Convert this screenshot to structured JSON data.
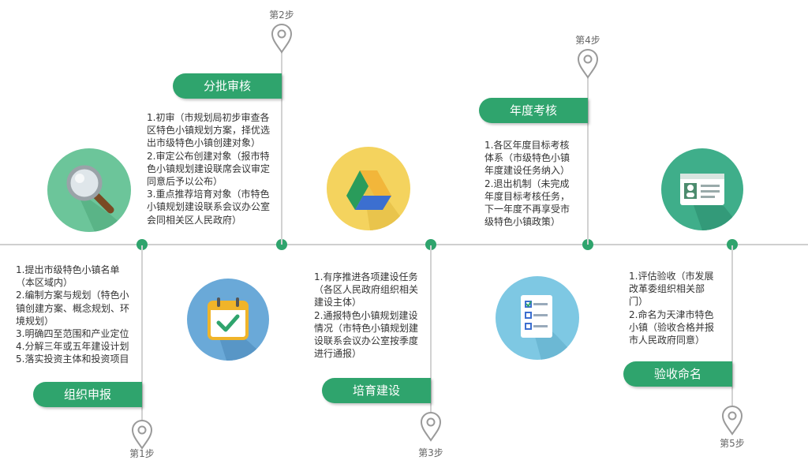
{
  "steps": {
    "s1": {
      "label": "第1步",
      "title": "组织申报",
      "lines": [
        "1.提出市级特色小镇名单",
        "（本区域内）",
        "2.编制方案与规划（特色小",
        "镇创建方案、概念规划、环",
        "境规划）",
        "3.明确四至范围和产业定位",
        "4.分解三年或五年建设计划",
        "5.落实投资主体和投资项目"
      ]
    },
    "s2": {
      "label": "第2步",
      "title": "分批审核",
      "lines": [
        "1.初审（市规划局初步审查各",
        "区特色小镇规划方案，择优选",
        "出市级特色小镇创建对象）",
        "2.审定公布创建对象（报市特",
        "色小镇规划建设联席会议审定",
        "同意后予以公布）",
        "3.重点推荐培育对象（市特色",
        "小镇规划建设联系会议办公室",
        "会同相关区人民政府）"
      ]
    },
    "s3": {
      "label": "第3步",
      "title": "培育建设",
      "lines": [
        "1.有序推进各项建设任务",
        "（各区人民政府组织相关",
        "建设主体）",
        "2.通报特色小镇规划建设",
        "情况（市特色小镇规划建",
        "设联系会议办公室按季度",
        "进行通报）"
      ]
    },
    "s4": {
      "label": "第4步",
      "title": "年度考核",
      "lines": [
        "1.各区年度目标考核",
        "体系（市级特色小镇",
        "年度建设任务纳入）",
        "2.退出机制（未完成",
        "年度目标考核任务，",
        "下一年度不再享受市",
        "级特色小镇政策）"
      ]
    },
    "s5": {
      "label": "第5步",
      "title": "验收命名",
      "lines": [
        "1.评估验收（市发展",
        "改革委组织相关部",
        "门）",
        "2.命名为天津市特色",
        "小镇（验收合格并报",
        "市人民政府同意）"
      ]
    }
  },
  "icons": [
    "magnifier-icon",
    "calendar-check-icon",
    "drive-triangle-icon",
    "checklist-icon",
    "id-card-icon"
  ],
  "colors": {
    "accent": "#2fa46d",
    "circle_green": "#6cc59a",
    "circle_blue": "#6aa9d8",
    "circle_yellow": "#f4d35e",
    "circle_lightblue": "#7ec8e3",
    "circle_teal": "#3fae8a"
  }
}
